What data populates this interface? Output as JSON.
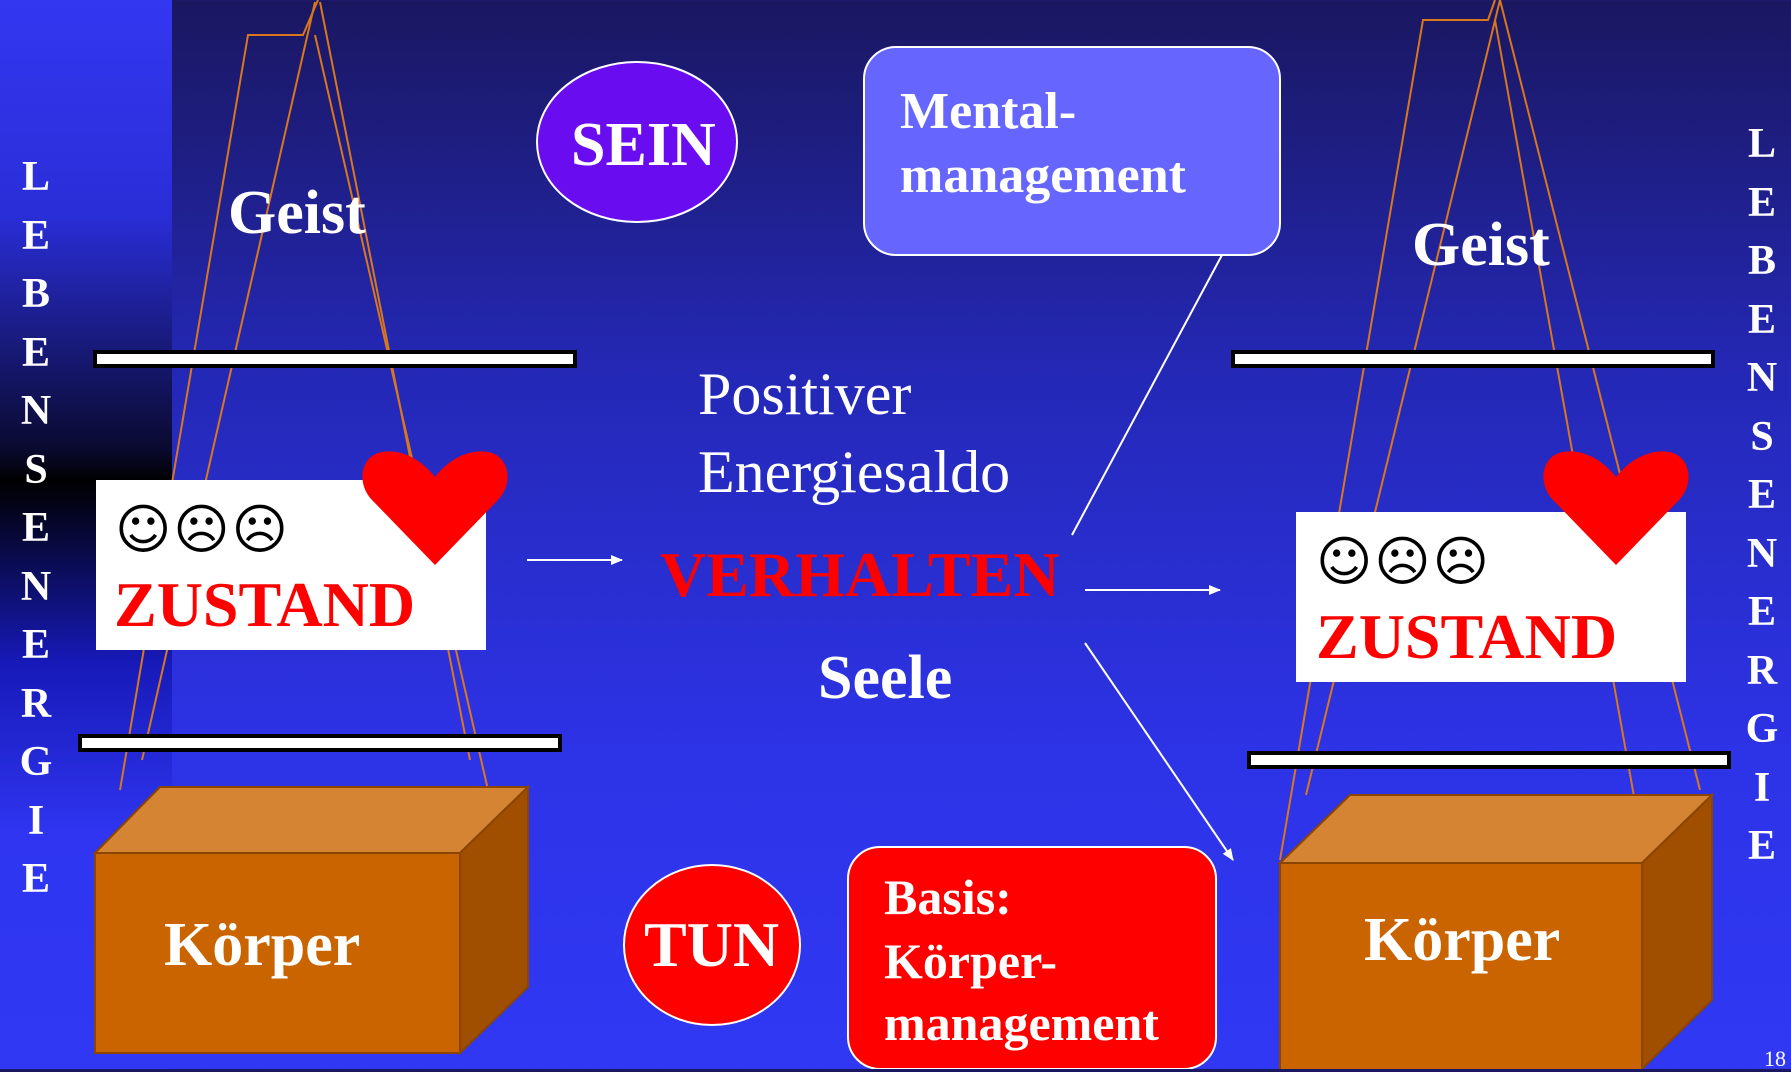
{
  "left_vertical": [
    "L",
    "E",
    "B",
    "E",
    "N",
    "S",
    "E",
    "N",
    "E",
    "R",
    "G",
    "I",
    "E"
  ],
  "right_vertical": [
    "L",
    "E",
    "B",
    "E",
    "N",
    "S",
    "E",
    "N",
    "E",
    "R",
    "G",
    "I",
    "E"
  ],
  "left_stack": {
    "geist": "Geist",
    "emoticons": "☺☹☹",
    "zustand": "ZUSTAND",
    "koerper": "Körper"
  },
  "right_stack": {
    "geist": "Geist",
    "emoticons": "☺☹☹",
    "zustand": "ZUSTAND",
    "koerper": "Körper"
  },
  "center": {
    "sein": "SEIN",
    "mental_line1": "Mental-",
    "mental_line2": "management",
    "positiver": "Positiver",
    "energiesaldo": "Energiesaldo",
    "verhalten": "VERHALTEN",
    "seele": "Seele",
    "tun": "TUN",
    "basis_line1": "Basis:",
    "basis_line2": "Körper-",
    "basis_line3": "management"
  },
  "page_number": "18",
  "colors": {
    "background": "#2d33e6",
    "sein_oval": "#6a0cf0",
    "mental_box": "#6666ff",
    "tun_oval": "#ff0000",
    "basis_box": "#ff0000",
    "heart": "#ff0000",
    "zustand_text": "#ff0000",
    "box_front": "#c96400",
    "box_top": "#d58434",
    "box_side": "#a04e00",
    "pyramid_lines": "#d9761e"
  }
}
